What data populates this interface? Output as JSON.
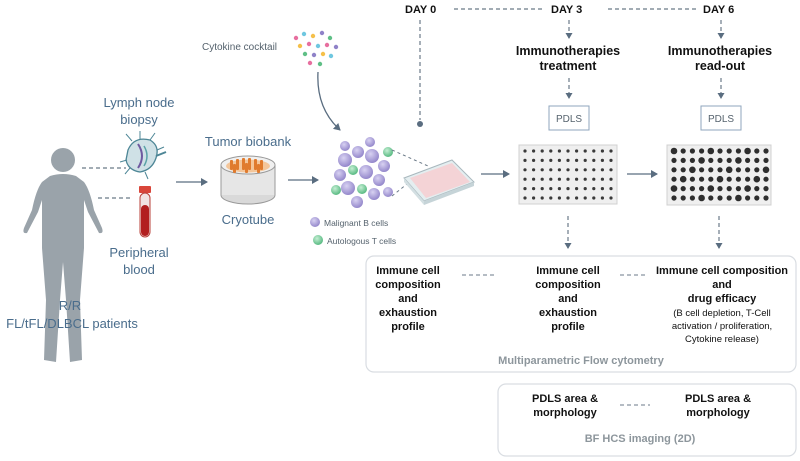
{
  "timeline": {
    "day0": "DAY 0",
    "day3": "DAY 3",
    "day6": "DAY 6"
  },
  "treatment": {
    "line1": "Immunotherapies",
    "line2": "treatment"
  },
  "readout": {
    "line1": "Immunotherapies",
    "line2": "read-out"
  },
  "pdls_label": "PDLS",
  "cytokine_label": "Cytokine cocktail",
  "lymph": {
    "line1": "Lymph node",
    "line2": "biopsy"
  },
  "blood": {
    "line1": "Peripheral",
    "line2": "blood"
  },
  "patients": {
    "line1": "R/R",
    "line2": "FL/tFL/DLBCL patients"
  },
  "biobank": {
    "title": "Tumor biobank",
    "cryotube": "Cryotube"
  },
  "legend": {
    "malignant": "Malignant B cells",
    "autologous": "Autologous T cells"
  },
  "flow": {
    "col1": [
      "Immune cell",
      "composition",
      "and",
      "exhaustion",
      "profile"
    ],
    "col2": [
      "Immune cell",
      "composition",
      "and",
      "exhaustion",
      "profile"
    ],
    "col3_head": [
      "Immune cell composition",
      "and",
      "drug efficacy"
    ],
    "col3_detail": [
      "(B cell depletion, T-Cell",
      "activation / proliferation,",
      "Cytokine release)"
    ],
    "caption": "Multiparametric Flow cytometry"
  },
  "hcs": {
    "col1": [
      "PDLS area &",
      "morphology"
    ],
    "col2": [
      "PDLS area &",
      "morphology"
    ],
    "caption": "BF HCS imaging (2D)"
  },
  "colors": {
    "label_blue": "#4a6d8c",
    "arrow": "#5a6d80",
    "panel_border": "#d9dde2",
    "tcell_green": "#5fbf86",
    "bcell_purple": "#8f82c8"
  }
}
